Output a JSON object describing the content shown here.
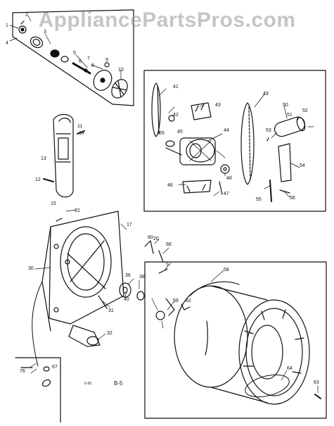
{
  "watermark": "AppliancePartsPros.com",
  "page_code": "B-5",
  "small_code": "5-93",
  "labels": [
    "1",
    "2",
    "3",
    "4",
    "5",
    "6",
    "7",
    "8",
    "9",
    "10",
    "11",
    "12",
    "13",
    "14",
    "15",
    "17",
    "20",
    "22",
    "30",
    "31",
    "32",
    "36",
    "38",
    "40",
    "41",
    "42",
    "43",
    "44",
    "45",
    "46",
    "47",
    "48",
    "49",
    "50",
    "51",
    "52",
    "53",
    "54",
    "55",
    "56",
    "57",
    "58",
    "59",
    "60",
    "62",
    "63",
    "64",
    "65",
    "66",
    "67",
    "76"
  ]
}
